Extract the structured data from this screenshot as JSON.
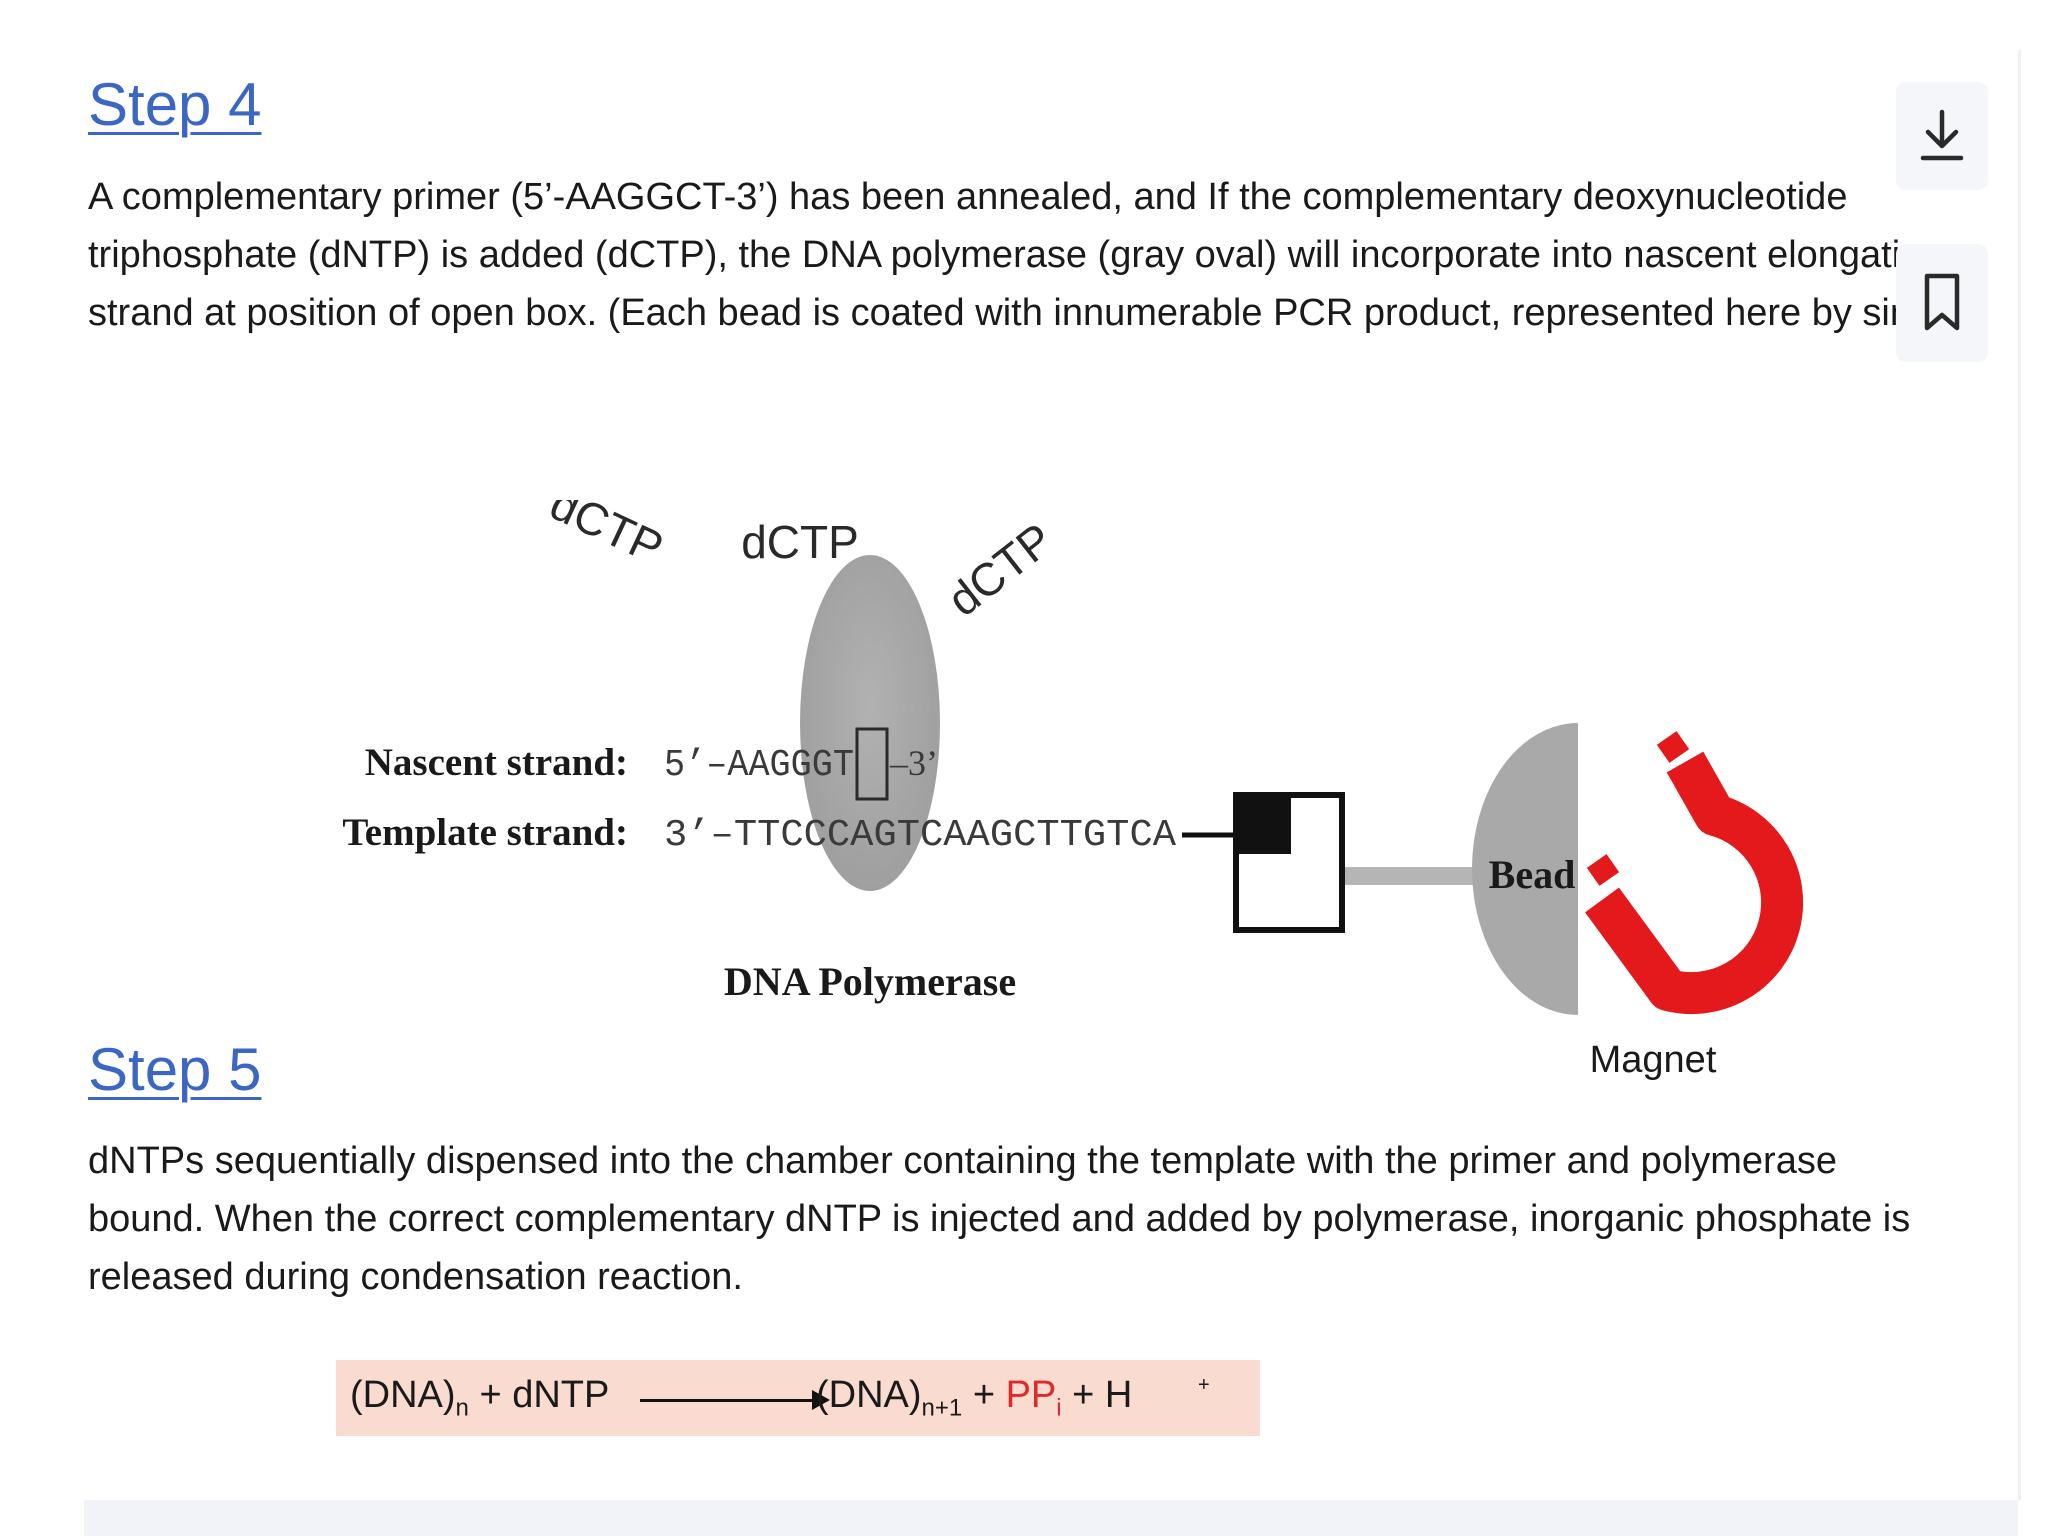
{
  "step4": {
    "heading": "Step 4",
    "paragraph": "A complementary primer (5’-AAGGCT-3’) has been annealed, and If the complementary deoxynucleotide triphosphate (dNTP) is added (dCTP), the DNA polymerase (gray oval) will incorporate into nascent elongation strand at position of open box. (Each bead is coated with innumerable PCR product, represented here by single molecule.)"
  },
  "side_buttons": {
    "download_icon": "download-icon",
    "bookmark_icon": "bookmark-icon"
  },
  "diagram": {
    "dctp_labels": [
      "dCTP",
      "dCTP",
      "dCTP"
    ],
    "nascent_label": "Nascent strand:",
    "nascent_seq_5": "5’–AAGGGT",
    "nascent_seq_3": "–3’",
    "template_label": "Template strand:",
    "template_seq": "3’–TTCCCAGTCAAGCTTGTCA",
    "polymerase_label": "DNA Polymerase",
    "bead_label": "Bead",
    "magnet_label": "Magnet",
    "colors": {
      "polymerase": "#a9a9a9",
      "bead": "#a9a9a9",
      "magnet": "#e3191b",
      "linker": "#b5b5b5"
    }
  },
  "step5": {
    "heading": "Step 5",
    "paragraph": "dNTPs sequentially dispensed into the chamber containing the template with the primer and polymerase bound. When the correct complementary dNTP is injected and added by polymerase, inorganic phosphate is released during condensation reaction."
  },
  "equation": {
    "left": "(DNA)",
    "left_sub": "n",
    "left_rest": " + dNTP",
    "right": "(DNA)",
    "right_sub": "n+1",
    "right_plus": " + ",
    "ppi": "PP",
    "ppi_sub": "i",
    "h_part": " + H",
    "superscript": "+"
  }
}
